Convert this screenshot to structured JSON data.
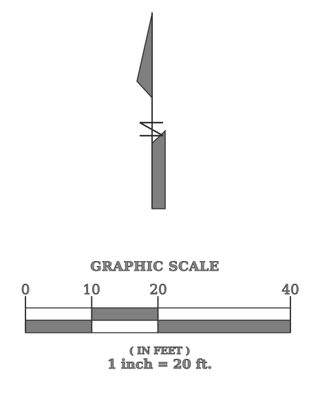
{
  "north_arrow": {
    "letter": "N"
  },
  "graphic_scale": {
    "title": "GRAPHIC SCALE",
    "ticks": [
      "0",
      "10",
      "20",
      "40"
    ],
    "tick_values": [
      0,
      10,
      20,
      40
    ],
    "units": "( IN FEET )",
    "ratio": "1 inch = 20 ft."
  },
  "colors": {
    "ink": "#3a3a3a",
    "fill_dark": "#7f7f7f",
    "fill_light": "#ffffff"
  }
}
